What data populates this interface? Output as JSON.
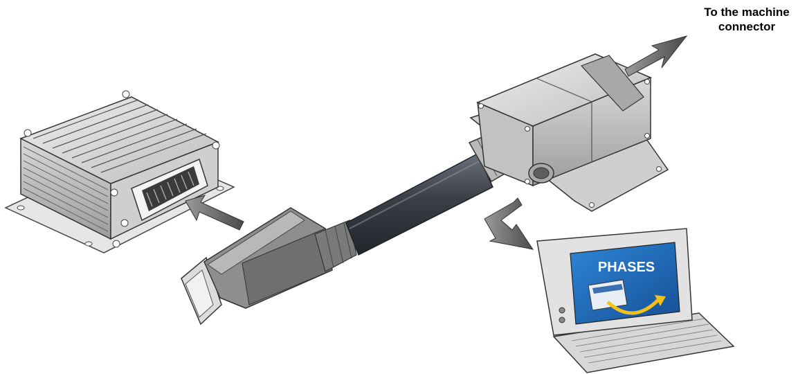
{
  "labels": {
    "machine_connector_line1": "To the machine",
    "machine_connector_line2": "connector",
    "laptop_screen_title": "PHASES"
  },
  "colors": {
    "background": "#ffffff",
    "arrow": "#5a5a5a",
    "screen_blue": "#1f6fc0",
    "screen_title": "#ffffff",
    "yellow_arrow": "#f2c21b",
    "metal_light": "#d6d6d6",
    "metal_dark": "#8a8a8a",
    "cable": "#3b3f47"
  }
}
